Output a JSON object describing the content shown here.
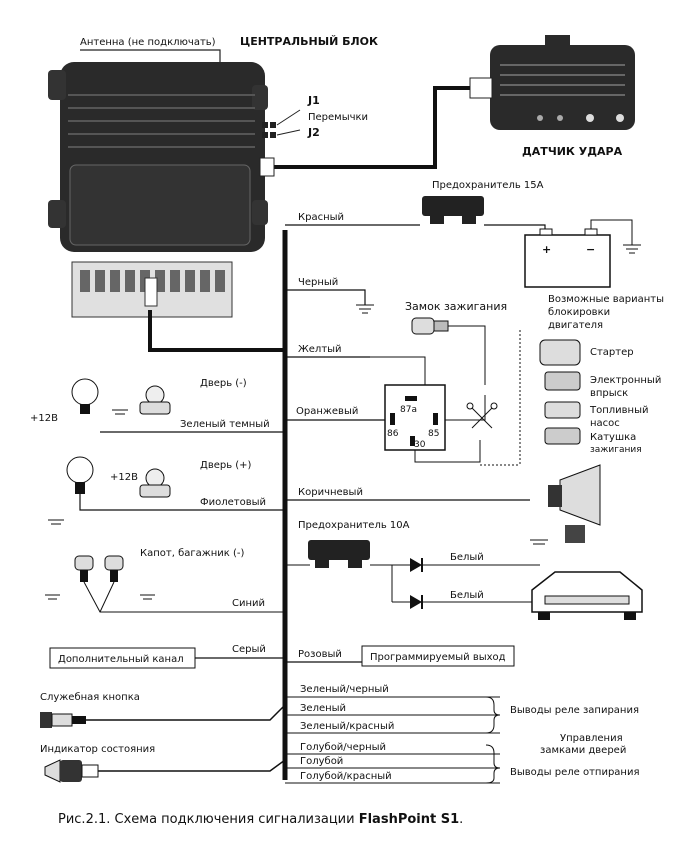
{
  "labels": {
    "antenna": "Антенна (не подключать)",
    "central_unit": "ЦЕНТРАЛЬНЫЙ БЛОК",
    "j1": "J1",
    "jumpers": "Перемычки",
    "j2": "J2",
    "shock_sensor": "ДАТЧИК УДАРА",
    "fuse15": "Предохранитель 15А",
    "red": "Красный",
    "black": "Черный",
    "ignition_lock": "Замок зажигания",
    "blocking_options": [
      "Возможные варианты",
      "блокировки",
      "двигателя"
    ],
    "yellow": "Желтый",
    "starter": "Стартер",
    "injection": [
      "Электронный",
      "впрыск"
    ],
    "fuel_pump": [
      "Топливный",
      "насос"
    ],
    "ign_coil": [
      "Катушка",
      "зажигания"
    ],
    "orange": "Оранжевый",
    "relay_87a": "87a",
    "relay_86": "86",
    "relay_85": "85",
    "relay_30": "30",
    "door_minus": "Дверь (-)",
    "plus12_a": "+12В",
    "dark_green": "Зеленый темный",
    "door_plus": "Дверь (+)",
    "plus12_b": "+12В",
    "violet": "Фиолетовый",
    "brown": "Коричневый",
    "hood": "Капот, багажник (-)",
    "fuse10": "Предохранитель 10А",
    "white1": "Белый",
    "white2": "Белый",
    "blue": "Синий",
    "gray": "Серый",
    "aux_channel": "Дополнительный канал",
    "pink": "Розовый",
    "prog_output": "Программируемый выход",
    "service_button": "Служебная кнопка",
    "green_black": "Зеленый/черный",
    "green": "Зеленый",
    "green_red": "Зеленый/красный",
    "lock_relay": "Выводы реле запирания",
    "status_led": "Индикатор состояния",
    "door_control": [
      "Управления",
      "замками дверей"
    ],
    "blue_black": "Голубой/черный",
    "light_blue": "Голубой",
    "blue_red": "Голубой/красный",
    "unlock_relay": "Выводы реле отпирания",
    "plus_sign": "+",
    "minus_sign": "−"
  },
  "caption": {
    "prefix": "Рис.2.1.  Схема подключения сигнализации ",
    "product": "FlashPoint S1",
    "suffix": "."
  }
}
